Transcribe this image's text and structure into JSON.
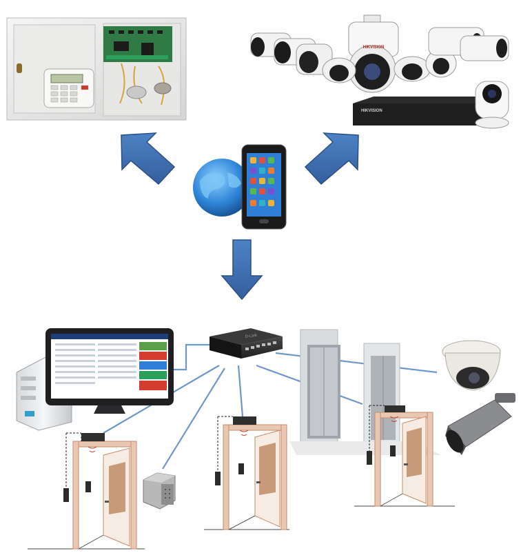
{
  "colors": {
    "arrow_fill": "#3d6fb3",
    "arrow_stroke": "#2a4f86",
    "link_line": "#6f97c8",
    "door_frame": "#c98b6a",
    "door_panel": "#c79a78",
    "panel_box": "#e9eaea",
    "nvr": "#2b2b2b",
    "camera_white": "#f2f2f2",
    "phone_screen": "#2f7fd6",
    "globe": "#2f86d8"
  },
  "icons": {
    "alarm_panel": "alarm-panel-icon",
    "camera_group": "ip-camera-group-icon",
    "phone_globe": "smartphone-globe-icon",
    "workstation": "pc-workstation-icon",
    "switch": "network-switch-icon",
    "elevator": "elevator-icon",
    "dome_camera": "dome-camera-icon",
    "bullet_camera": "bullet-camera-icon",
    "card_reader": "card-reader-icon",
    "door": "door-icon"
  },
  "labels": {
    "camera_brand": "HIKVISION",
    "nvr_brand": "HIKVISION",
    "switch_brand": "D-Link"
  }
}
